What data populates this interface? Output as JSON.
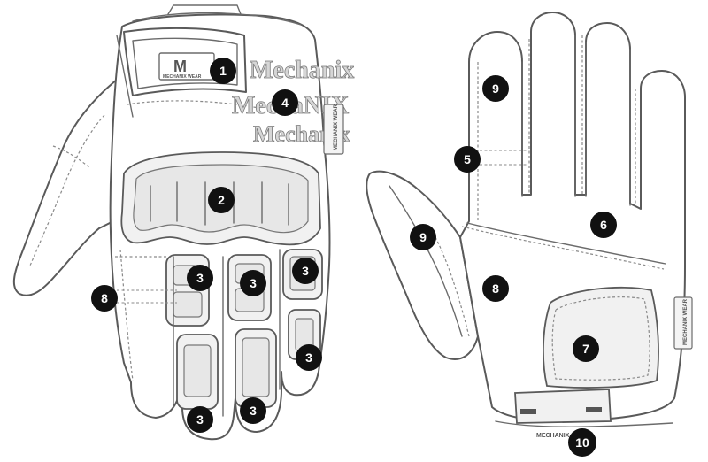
{
  "brand": {
    "logo_mark": "M",
    "logo_small_text": "MECHANIX WEAR",
    "knuckle_word": "Mechanix",
    "knuckle_word_alt": "MechaNIX",
    "side_tag_text": "MECHANIX WEAR",
    "cuff_text": "MECHANIX"
  },
  "callouts": {
    "back": [
      {
        "id": "c1",
        "label": "1"
      },
      {
        "id": "c2",
        "label": "2"
      },
      {
        "id": "c3a",
        "label": "3"
      },
      {
        "id": "c3b",
        "label": "3"
      },
      {
        "id": "c3c",
        "label": "3"
      },
      {
        "id": "c3d",
        "label": "3"
      },
      {
        "id": "c3e",
        "label": "3"
      },
      {
        "id": "c3f",
        "label": "3"
      },
      {
        "id": "c4",
        "label": "4"
      },
      {
        "id": "c8back",
        "label": "8"
      }
    ],
    "palm": [
      {
        "id": "c9a",
        "label": "9"
      },
      {
        "id": "c5",
        "label": "5"
      },
      {
        "id": "c6",
        "label": "6"
      },
      {
        "id": "c9b",
        "label": "9"
      },
      {
        "id": "c8palm",
        "label": "8"
      },
      {
        "id": "c7",
        "label": "7"
      },
      {
        "id": "c10",
        "label": "10"
      }
    ]
  }
}
